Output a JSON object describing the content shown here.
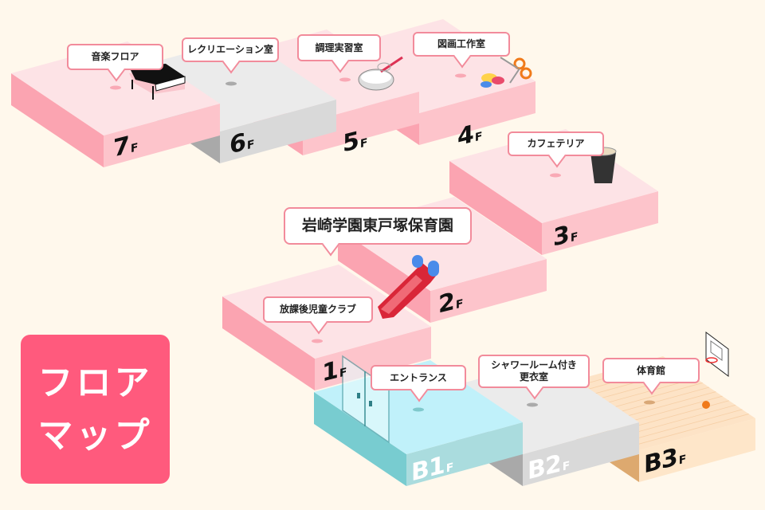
{
  "title": {
    "line1": "フロア",
    "line2": "マップ"
  },
  "floors": [
    {
      "id": "4F",
      "num": "4",
      "unit": "F",
      "theme": "pink",
      "room": "図画工作室"
    },
    {
      "id": "5F",
      "num": "5",
      "unit": "F",
      "theme": "pink",
      "room": "調理実習室"
    },
    {
      "id": "6F",
      "num": "6",
      "unit": "F",
      "theme": "gray",
      "room": "レクリエーション室"
    },
    {
      "id": "7F",
      "num": "7",
      "unit": "F",
      "theme": "pink",
      "room": "音楽フロア"
    },
    {
      "id": "3F",
      "num": "3",
      "unit": "F",
      "theme": "pink",
      "room": "カフェテリア"
    },
    {
      "id": "2F",
      "num": "2",
      "unit": "F",
      "theme": "pink",
      "room": "岩崎学園東戸塚保育園"
    },
    {
      "id": "1F",
      "num": "1",
      "unit": "F",
      "theme": "pink",
      "room": "放課後児童クラブ"
    },
    {
      "id": "B3F",
      "num": "B3",
      "unit": "F",
      "theme": "wood",
      "room": "体育館"
    },
    {
      "id": "B2F",
      "num": "B2",
      "unit": "F",
      "theme": "gray",
      "room": "シャワールーム付き更衣室"
    },
    {
      "id": "B1F",
      "num": "B1",
      "unit": "F",
      "theme": "cyan",
      "room": "エントランス"
    }
  ],
  "colors": {
    "pink": [
      "#fde3e6",
      "#fdc4cb",
      "#fba4b1"
    ],
    "gray": [
      "#ebebeb",
      "#d9d9d9",
      "#a9a9a9"
    ],
    "cyan": [
      "#c0f1fa",
      "#aadcde",
      "#78ccd0"
    ],
    "wood": [
      "#fde3c6",
      "#fee6c9",
      "#dda96f"
    ],
    "accent": "#ff5a7d",
    "callout_border": "#f28b9b"
  }
}
